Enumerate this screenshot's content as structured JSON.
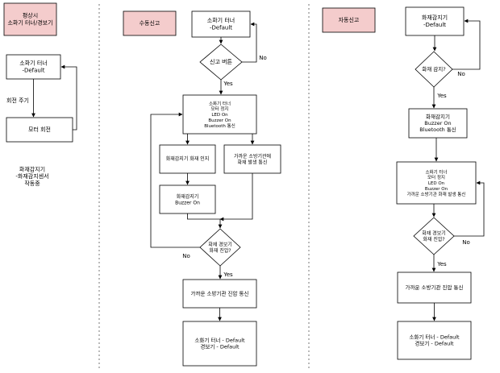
{
  "colors": {
    "header_fill": "#f4cccc",
    "header_stroke": "#b85450",
    "box_fill": "#ffffff",
    "line": "#000000",
    "divider": "#555555"
  },
  "sections": {
    "left": "평상시\n소화기 터너/경보기",
    "middle": "수동신고",
    "right": "자동신고"
  },
  "left": {
    "motor_default": "소화기 터너\n-Default",
    "rotation_cycle": "회전 주기",
    "motor_rotate": "모터 회전",
    "sensor_note": "화재감지기\n-화재감지센서\n작동중"
  },
  "manual": {
    "motor_default": "소화기 터너\n-Default",
    "report_button": "신고 버튼",
    "actions": "소화기 터너\n모터 정지\nLED On\nBuzzer On\nBluetooth 통신",
    "detector_check": "화재감지기 화재 인지",
    "fire_station": "가까운 소방기관에\n화재 발생 통신",
    "detector_alarm": "화재감지기\nBuzzer On",
    "suppressed": "화재 경보기\n화재 진압?",
    "comm_done": "가까운 소방기관 진압 통신",
    "reset": "소화기 터너 - Default\n경보기 - Default",
    "yes1": "Yes",
    "no1": "No",
    "yes2": "Yes",
    "no2": "No"
  },
  "auto": {
    "detector_default": "화재감지기\n-Default",
    "fire_detected": "화재 감지?",
    "alert": "화재감지기\nBuzzer On\nBluetooth 통신",
    "actions": "소화기 터너\n모터 정지\nLED On\nBuzzer On\n가까운 소방기관 화재 발생 통신",
    "suppressed": "화재 경보기\n화재 진압?",
    "comm_done": "가까운 소방기관 진압 통신",
    "reset": "소화기 터너 - Default\n경보기 - Default",
    "yes1": "Yes",
    "no1": "No",
    "yes2": "Yes",
    "no2": "No"
  }
}
